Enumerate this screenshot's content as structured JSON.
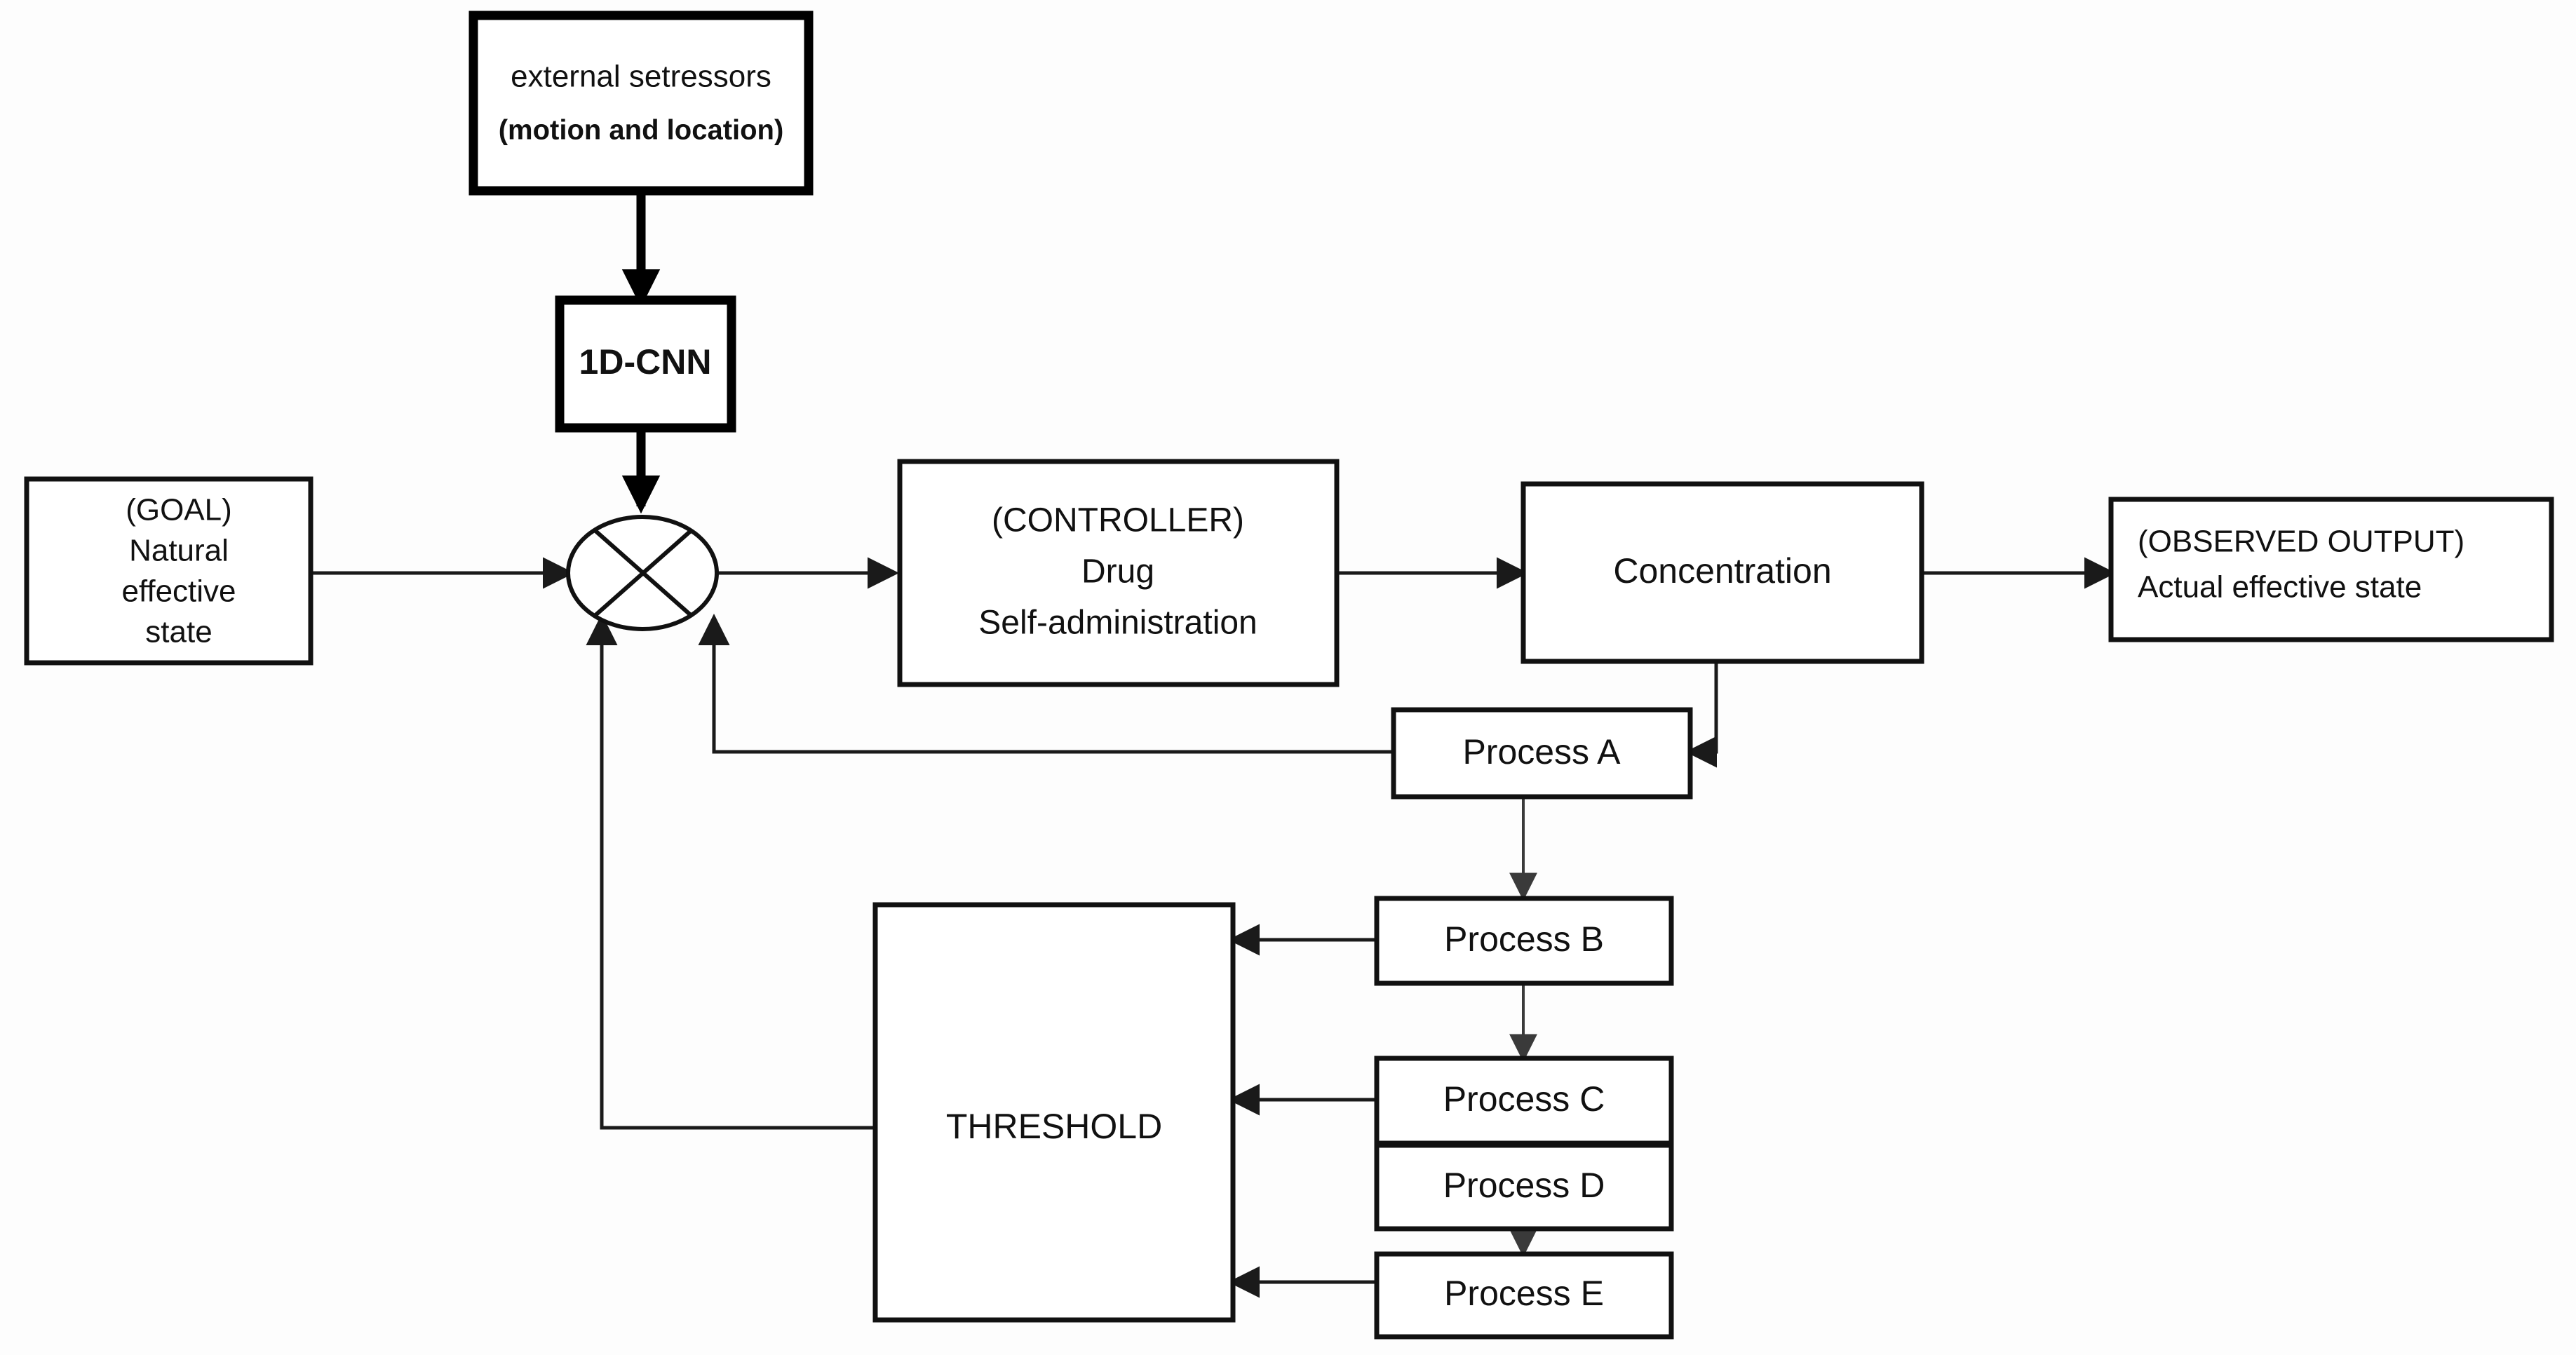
{
  "diagram": {
    "title": "Closed-loop drug self-administration control diagram",
    "background_color": "#fdfdfd",
    "line_color": "#1a1a1a",
    "box_fill": "#ffffff",
    "nodes": {
      "external_stressors": {
        "label_line1": "external setressors",
        "label_line2": "(motion and location)"
      },
      "cnn": {
        "label": "1D-CNN"
      },
      "goal": {
        "label_line1": "(GOAL)",
        "label_line2": "Natural",
        "label_line3": "effective",
        "label_line4": "state"
      },
      "summing_junction": {
        "label": ""
      },
      "controller": {
        "label_line1": "(CONTROLLER)",
        "label_line2": "Drug",
        "label_line3": "Self-administration"
      },
      "concentration": {
        "label": "Concentration"
      },
      "observed_output": {
        "label_line1": "(OBSERVED OUTPUT)",
        "label_line2": "Actual effective state"
      },
      "process_a": {
        "label": "Process A"
      },
      "process_b": {
        "label": "Process B"
      },
      "process_c": {
        "label": "Process C"
      },
      "process_d": {
        "label": "Process D"
      },
      "process_e": {
        "label": "Process E"
      },
      "threshold": {
        "label": "THRESHOLD"
      }
    },
    "edges": [
      {
        "from": "external_stressors",
        "to": "cnn",
        "style": "thick-down-arrow"
      },
      {
        "from": "cnn",
        "to": "summing_junction",
        "style": "thick-down-arrow"
      },
      {
        "from": "goal",
        "to": "summing_junction",
        "style": "right-arrow"
      },
      {
        "from": "summing_junction",
        "to": "controller",
        "style": "right-arrow"
      },
      {
        "from": "controller",
        "to": "concentration",
        "style": "right-arrow"
      },
      {
        "from": "concentration",
        "to": "observed_output",
        "style": "right-arrow"
      },
      {
        "from": "concentration",
        "to": "process_a",
        "style": "down-left-arrow"
      },
      {
        "from": "process_a",
        "to": "summing_junction",
        "style": "left-up-arrow"
      },
      {
        "from": "process_a",
        "to": "process_b",
        "style": "down-arrow"
      },
      {
        "from": "process_b",
        "to": "threshold",
        "style": "left-arrow"
      },
      {
        "from": "process_b",
        "to": "process_c",
        "style": "down-arrow"
      },
      {
        "from": "process_c",
        "to": "threshold",
        "style": "left-arrow"
      },
      {
        "from": "process_c",
        "to": "process_d",
        "style": "down-arrow"
      },
      {
        "from": "process_d",
        "to": "process_e",
        "style": "down-arrow"
      },
      {
        "from": "process_e",
        "to": "threshold",
        "style": "left-arrow"
      },
      {
        "from": "threshold",
        "to": "summing_junction",
        "style": "left-up-arrow"
      }
    ]
  }
}
